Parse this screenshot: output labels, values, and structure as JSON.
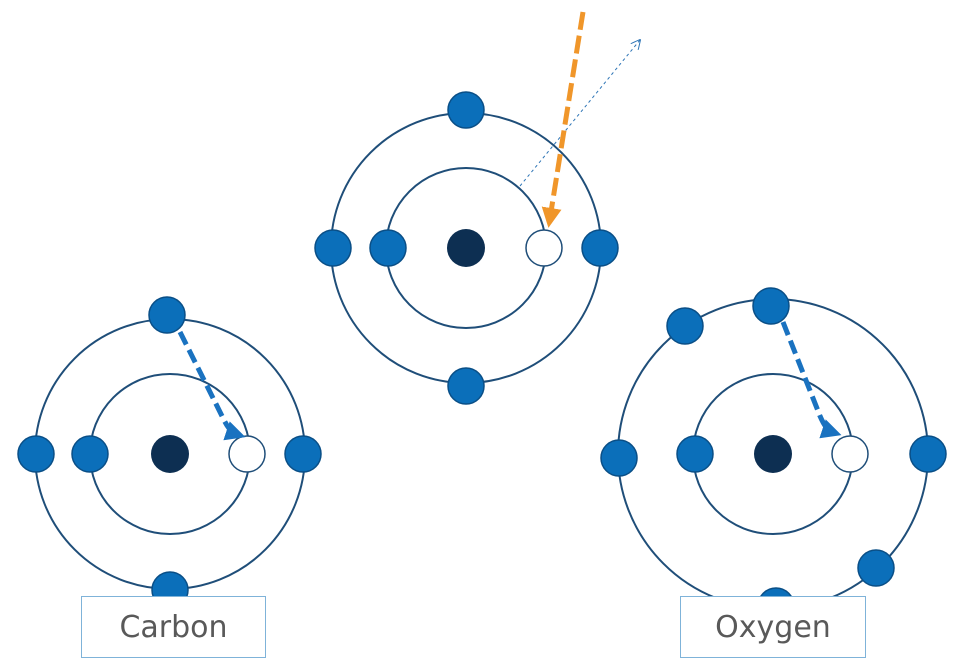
{
  "labels": {
    "left": "Carbon",
    "right": "Oxygen"
  },
  "colors": {
    "orbit": "#1f4e79",
    "electron": "#0b6fba",
    "electron_stroke": "#0a4f87",
    "nucleus": "#0d2f52",
    "vacancy_fill": "#ffffff",
    "incoming_arrow": "#f0962a",
    "outgoing_arrow": "#2e75b6",
    "transition_arrow": "#1a72c0",
    "label_border": "#7fb3d9",
    "label_text": "#595959"
  },
  "atoms": [
    {
      "name": "top-atom",
      "inner_electrons": 1,
      "outer_electrons": 4,
      "inner_vacancies": 1
    },
    {
      "name": "carbon-atom",
      "inner_electrons": 1,
      "outer_electrons": 4,
      "inner_vacancies": 1
    },
    {
      "name": "oxygen-atom",
      "inner_electrons": 1,
      "outer_electrons": 6,
      "inner_vacancies": 1
    }
  ]
}
